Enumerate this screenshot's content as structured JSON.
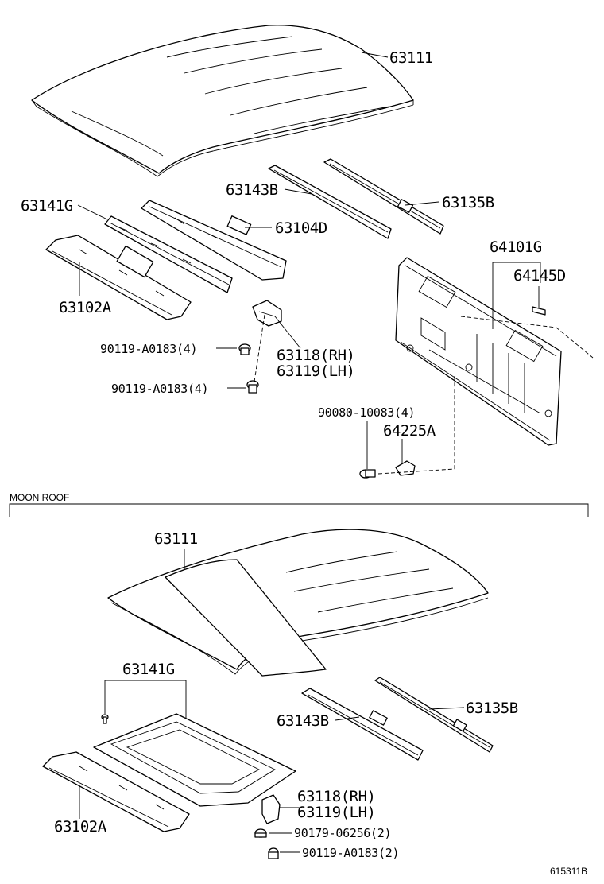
{
  "labels": {
    "roof_top": "63111",
    "rail_143_top": "63143B",
    "rail_135_top": "63135B",
    "header_141_top": "63141G",
    "bow_104": "63104D",
    "panel_102_top": "63102A",
    "back_panel": "64101G",
    "back_part_145": "64145D",
    "bolt_top_1": "90119-A0183(4)",
    "bolt_top_2": "90119-A0183(4)",
    "bracket_rh_top": "63118(RH)",
    "bracket_lh_top": "63119(LH)",
    "bolt_90080": "90080-10083(4)",
    "clip_225": "64225A",
    "roof_moon": "63111",
    "frame_141_moon": "63141G",
    "rail_135_moon": "63135B",
    "rail_143_moon": "63143B",
    "panel_102_moon": "63102A",
    "bracket_rh_moon": "63118(RH)",
    "bracket_lh_moon": "63119(LH)",
    "nut_moon": "90179-06256(2)",
    "bolt_moon": "90119-A0183(2)"
  },
  "section": {
    "moon_roof": "MOON ROOF"
  },
  "reference": "615311B"
}
